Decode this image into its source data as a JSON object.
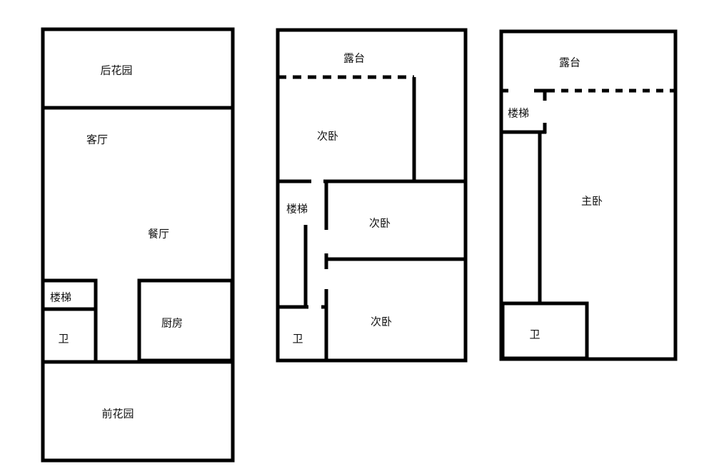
{
  "floor1": {
    "back_garden": "后花园",
    "living_room": "客厅",
    "dining_room": "餐厅",
    "stairs": "楼梯",
    "bathroom": "卫",
    "kitchen": "厨房",
    "front_garden": "前花园"
  },
  "floor2": {
    "terrace": "露台",
    "bedroom_1": "次卧",
    "stairs": "楼梯",
    "bedroom_2": "次卧",
    "bedroom_3": "次卧",
    "bathroom": "卫"
  },
  "floor3": {
    "terrace": "露台",
    "stairs": "楼梯",
    "master_bedroom": "主卧",
    "bathroom": "卫"
  },
  "colors": {
    "wall": "#000000",
    "background": "#ffffff"
  }
}
